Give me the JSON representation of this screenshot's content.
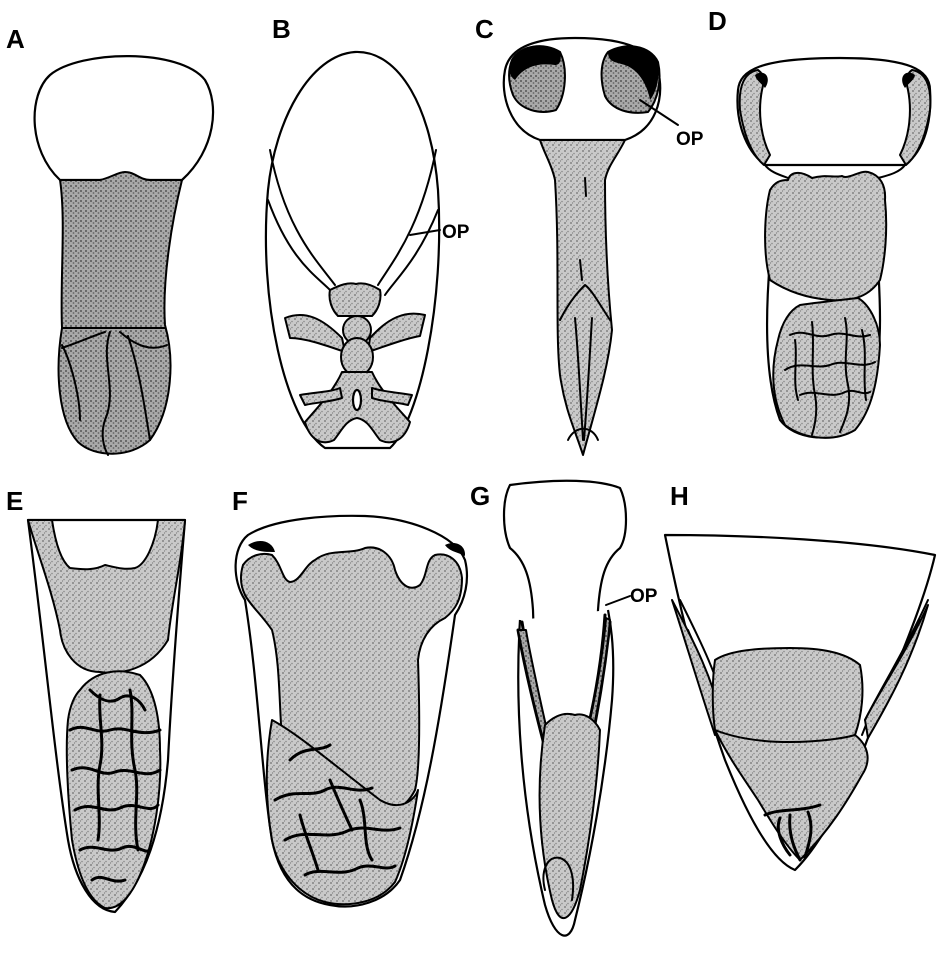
{
  "panels": [
    {
      "label": "A"
    },
    {
      "label": "B",
      "callout": "OP"
    },
    {
      "label": "C",
      "callout": "OP"
    },
    {
      "label": "D"
    },
    {
      "label": "E"
    },
    {
      "label": "F"
    },
    {
      "label": "G",
      "callout": "OP"
    },
    {
      "label": "H"
    }
  ],
  "colors": {
    "ink": "#000000",
    "stipple": "#b5b5b5",
    "background": "#ffffff"
  }
}
